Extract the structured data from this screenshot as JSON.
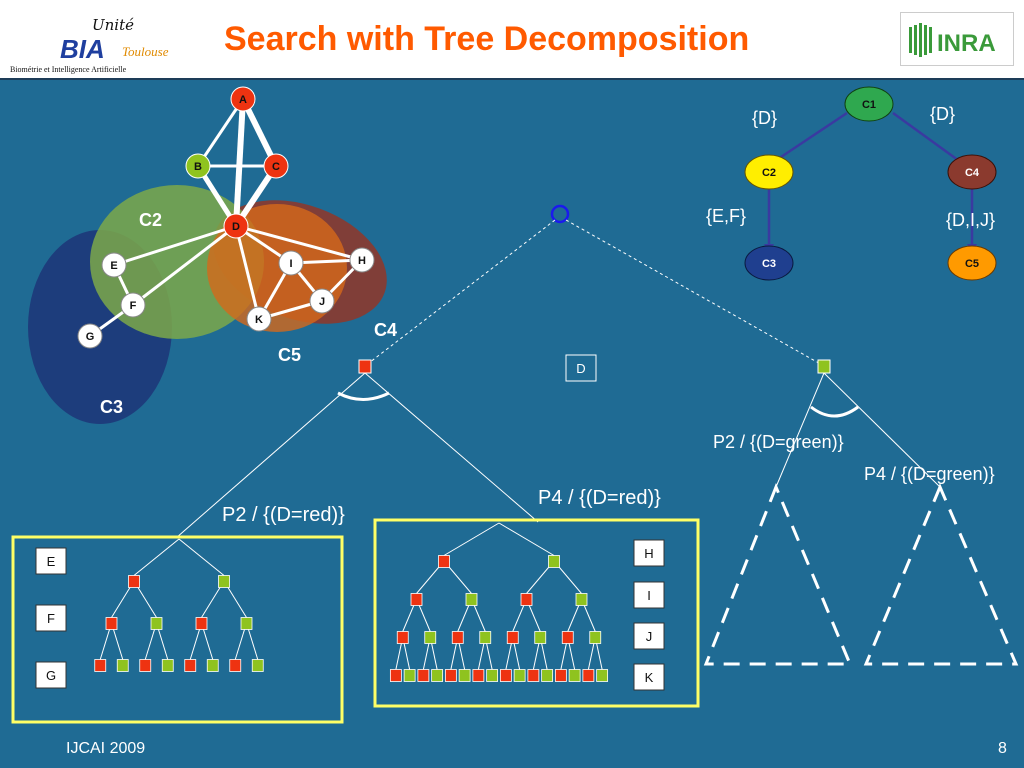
{
  "header": {
    "title": "Search with Tree Decomposition",
    "logo_left": {
      "unit": "Unité",
      "biat": "BIA",
      "toulouse": "Toulouse",
      "tagline": "Biométrie et Intelligence Artificielle"
    },
    "logo_right": "INRA"
  },
  "graph": {
    "nodes": {
      "A": "A",
      "B": "B",
      "C": "C",
      "D": "D",
      "E": "E",
      "F": "F",
      "G": "G",
      "H": "H",
      "I": "I",
      "J": "J",
      "K": "K"
    },
    "clusters": {
      "c2": "C2",
      "c3": "C3",
      "c4": "C4",
      "c5": "C5"
    },
    "colors": {
      "red": "#ee3311",
      "green": "#8fc31f",
      "white": "#ffffff"
    }
  },
  "cluster_tree": {
    "nodes": {
      "c1": "C1",
      "c2": "C2",
      "c3": "C3",
      "c4": "C4",
      "c5": "C5"
    },
    "edges": {
      "c1_c2": "{D}",
      "c1_c4": "{D}",
      "c2_c3": "{E,F}",
      "c4_c5": "{D,I,J}"
    },
    "colors": {
      "c1": "#2fa84f",
      "c2": "#ffee00",
      "c3": "#1f3f8f",
      "c4": "#8b3a2e",
      "c5": "#ff9a00"
    }
  },
  "search": {
    "root_var": "D",
    "left_labels": {
      "p2": "P2 / {(D=red)}",
      "p4": "P4 / {(D=red)}"
    },
    "right_labels": {
      "p2": "P2 / {(D=green)}",
      "p4": "P4 / {(D=green)}"
    },
    "box_left_vars": [
      "E",
      "F",
      "G"
    ],
    "box_right_vars": [
      "H",
      "I",
      "J",
      "K"
    ]
  },
  "footer": {
    "left": "IJCAI 2009",
    "right": "8"
  }
}
